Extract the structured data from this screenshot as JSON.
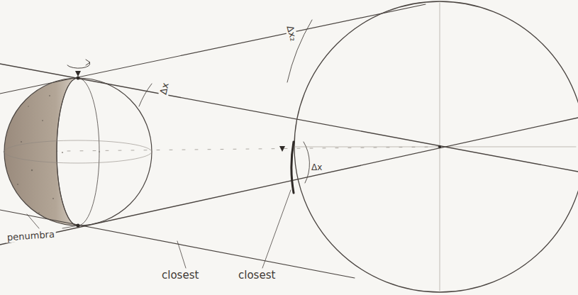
{
  "diagram": {
    "labels": [
      "penumbra",
      "closest",
      "closest",
      "Δx",
      "Δx₂",
      "Δx"
    ]
  }
}
